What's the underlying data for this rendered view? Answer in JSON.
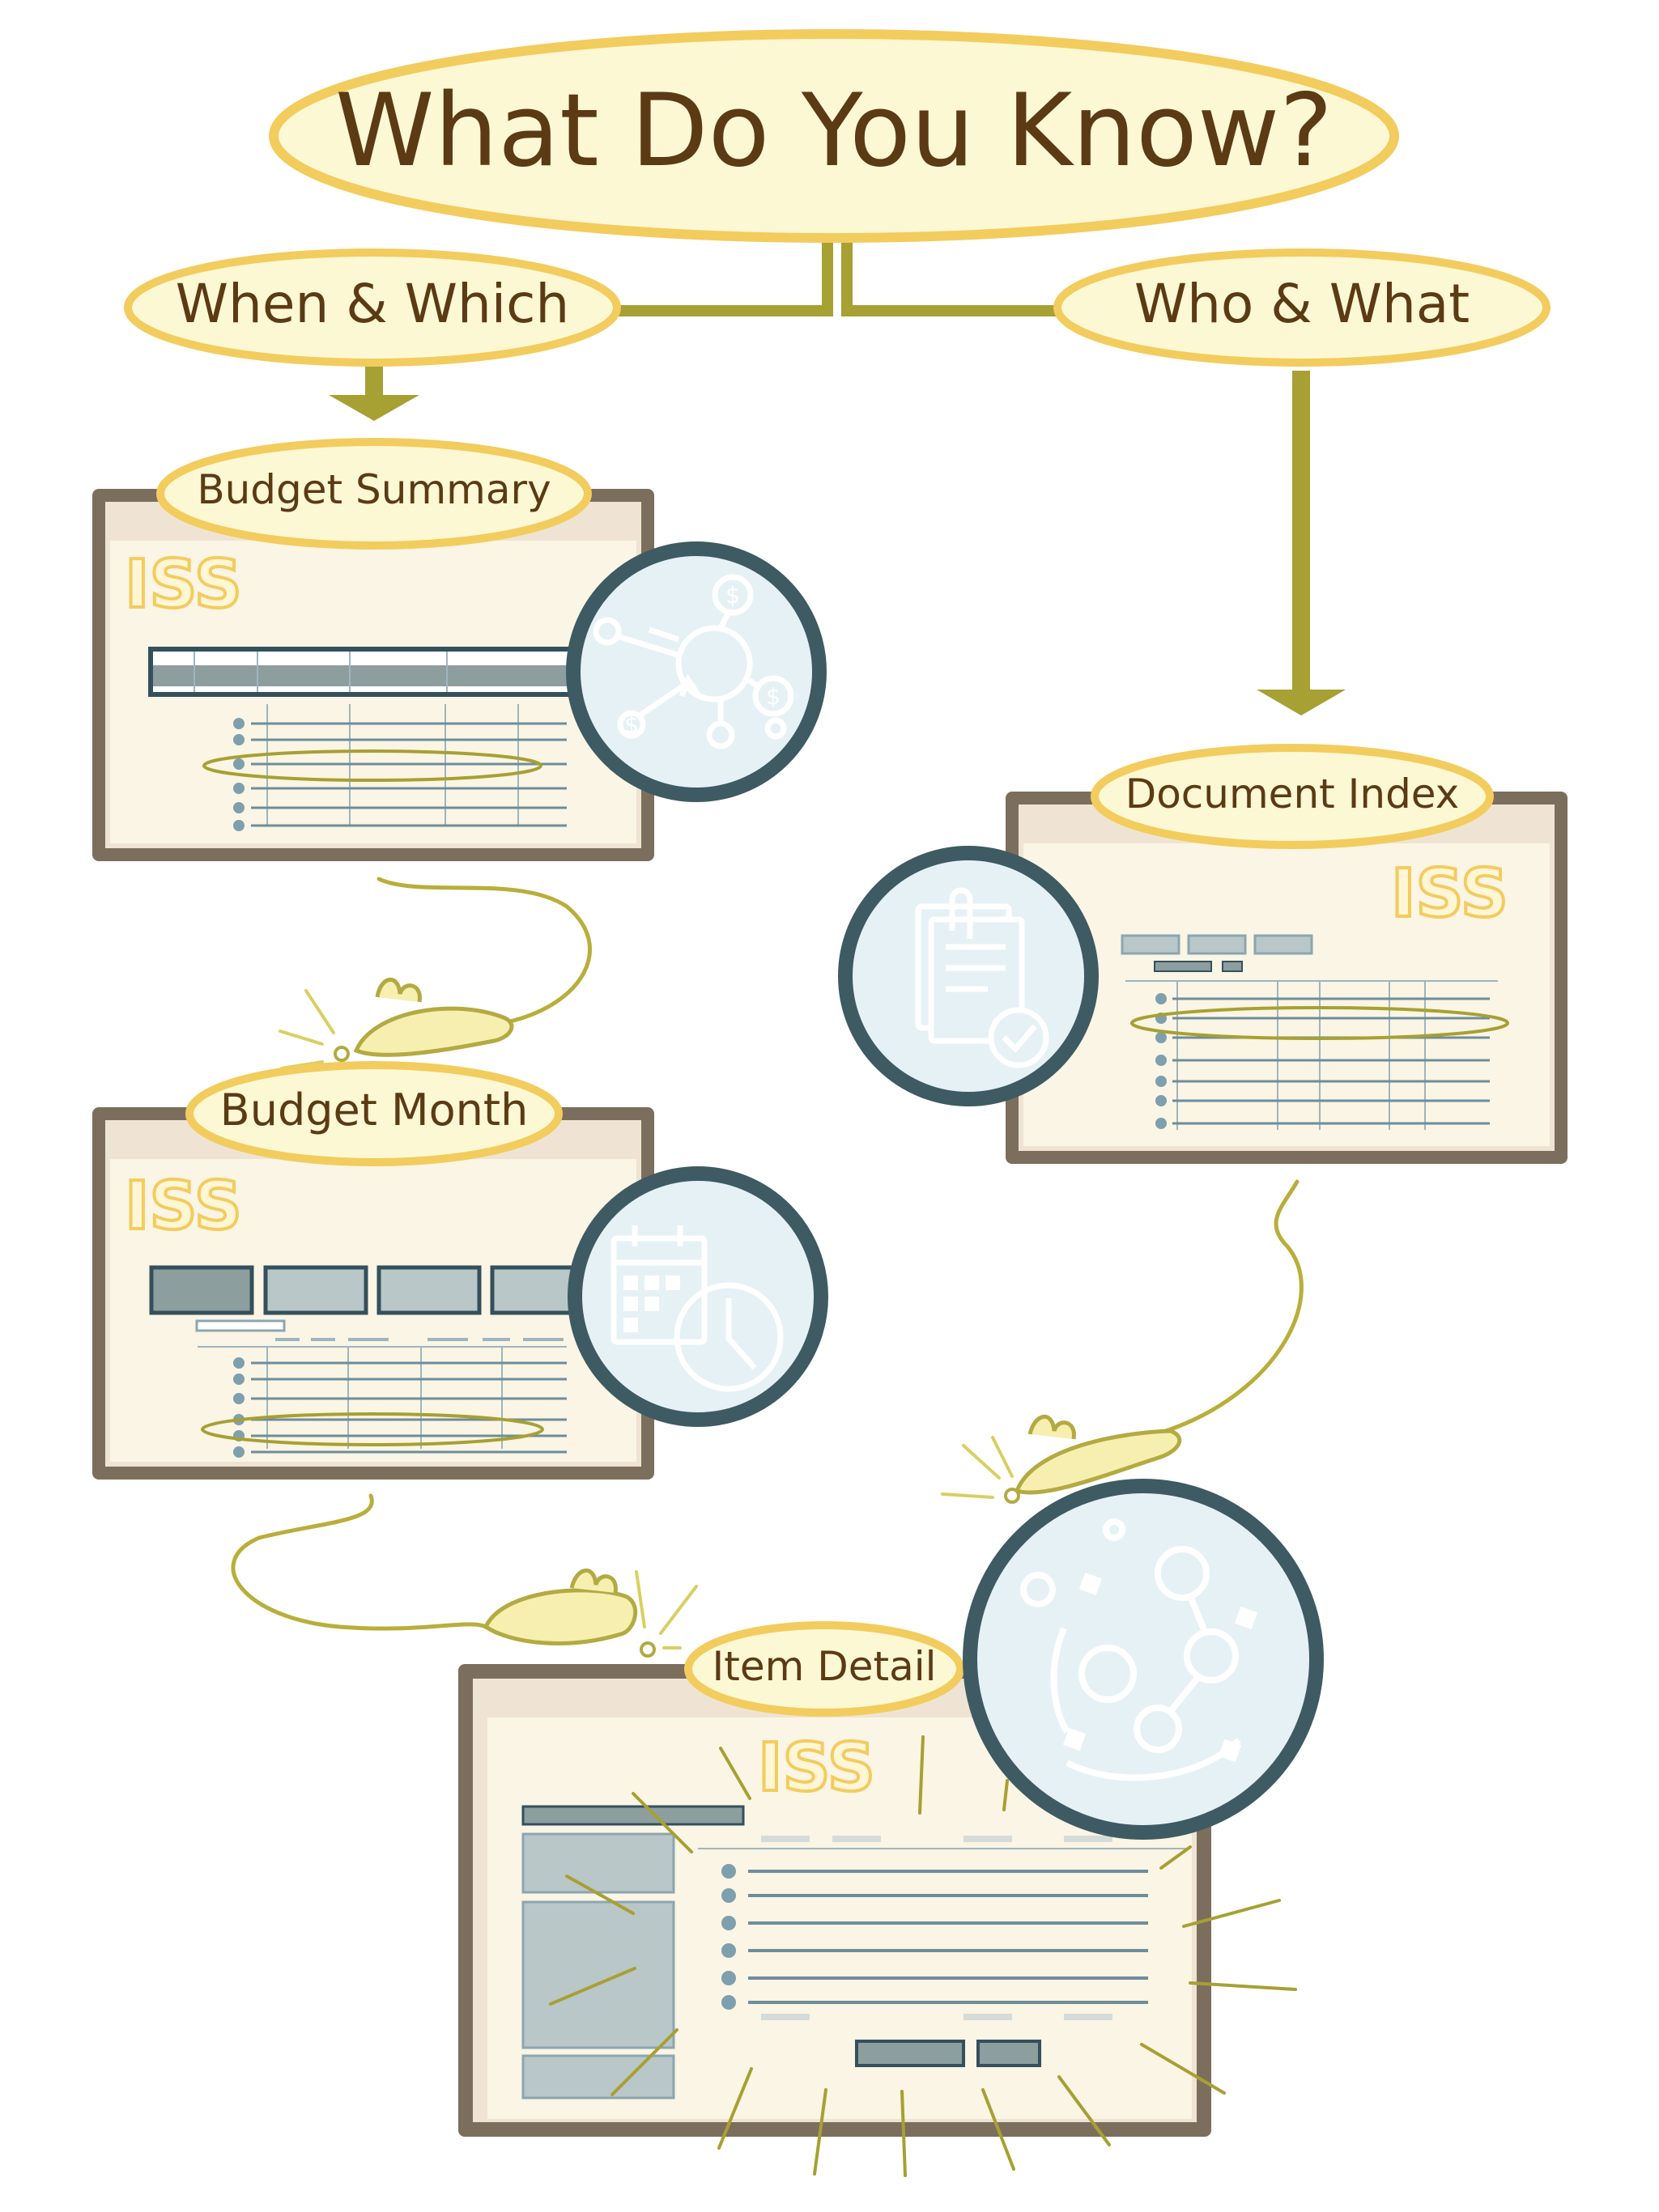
{
  "title": "What Do You Know?",
  "branches": {
    "left": "When & Which",
    "right": "Who & What"
  },
  "screens": {
    "budget_summary": {
      "label": "Budget Summary",
      "logo": "ISS",
      "icon": "budget-flow-icon"
    },
    "budget_month": {
      "label": "Budget Month",
      "logo": "ISS",
      "icon": "calendar-clock-icon"
    },
    "document_index": {
      "label": "Document Index",
      "logo": "ISS",
      "icon": "document-check-icon"
    },
    "item_detail": {
      "label": "Item Detail",
      "logo": "ISS",
      "icon": "gears-workflow-icon"
    }
  },
  "colors": {
    "title_text": "#5b3a14",
    "oval_fill": "#fdf8d4",
    "oval_stroke": "#f3cc5e",
    "connector": "#a7a033",
    "frame": "#7c6e5d",
    "screen_bg": "#faf5e4",
    "lens_ring": "#3e5a63",
    "lens_fill": "#e6f1f6",
    "table_line": "#7e9fae",
    "block": "#b9c7c8",
    "mouse_fill": "#f6efb0",
    "mouse_stroke": "#b3aa42"
  }
}
